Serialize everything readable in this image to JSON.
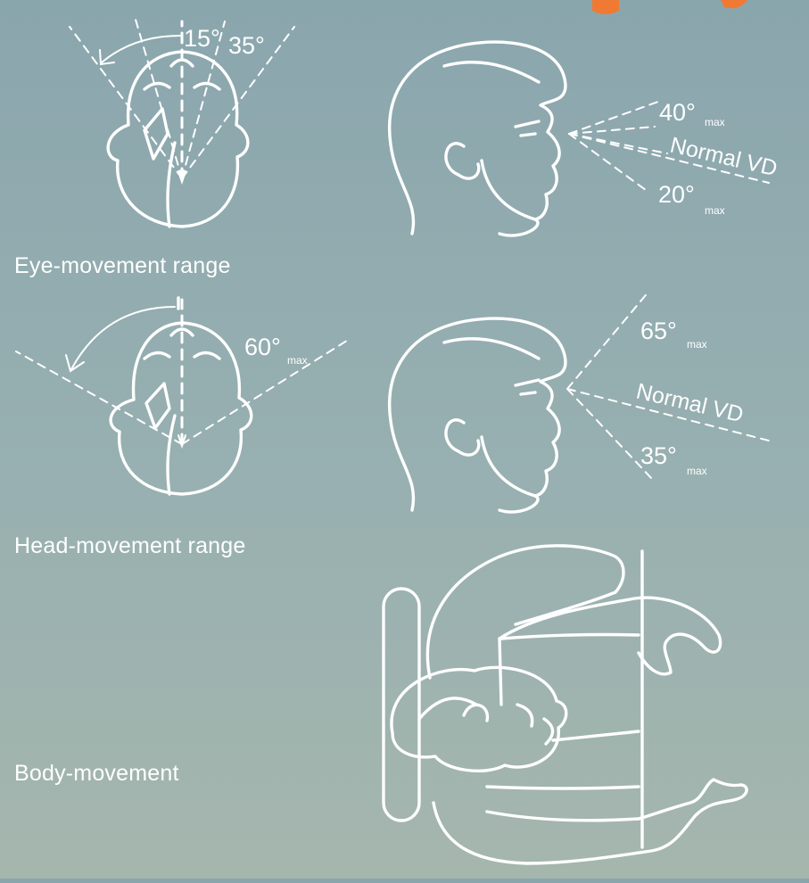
{
  "captions": {
    "eye": "Eye-movement range",
    "head": "Head-movement range",
    "body": "Body-movement"
  },
  "eye_top": {
    "angle_inner": "15°",
    "angle_outer": "35°"
  },
  "eye_side": {
    "up_angle": "40°",
    "up_sub": "max",
    "normal": "Normal VD",
    "down_angle": "20°",
    "down_sub": "max"
  },
  "head_top": {
    "angle": "60°",
    "sub": "max"
  },
  "head_side": {
    "up_angle": "65°",
    "up_sub": "max",
    "normal": "Normal VD",
    "down_angle": "35°",
    "down_sub": "max"
  },
  "colors": {
    "background_top": "#8aa6ad",
    "background_bottom": "#a5b6ad",
    "line": "#ffffff",
    "accent": "#f07a34"
  }
}
